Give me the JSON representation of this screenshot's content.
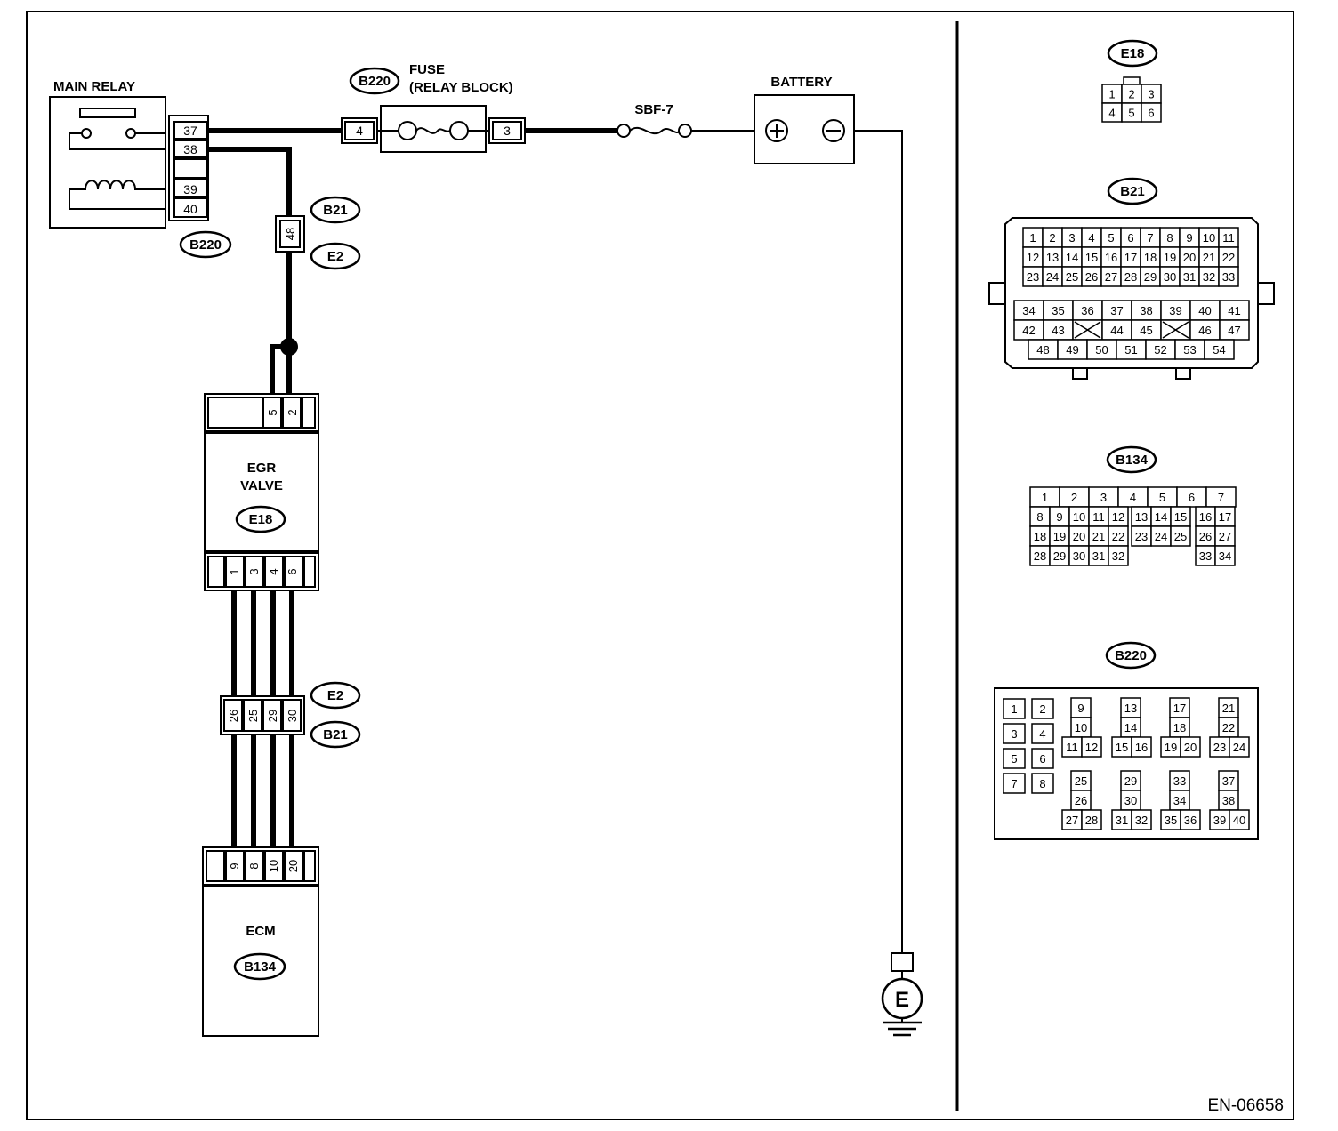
{
  "colors": {
    "ink": "#000000",
    "paper": "#ffffff"
  },
  "diagram": {
    "main_relay": {
      "label": "MAIN RELAY",
      "connector": "B220",
      "pins": [
        "37",
        "38",
        "39",
        "40"
      ]
    },
    "fuse": {
      "label_line1": "FUSE",
      "label_line2": "(RELAY BLOCK)",
      "connector": "B220",
      "pin_in": "4",
      "pin_out": "3"
    },
    "sbf": {
      "label": "SBF-7"
    },
    "battery": {
      "label": "BATTERY"
    },
    "joint_b21_e2": {
      "upper": "B21",
      "lower": "E2",
      "pin": "48"
    },
    "egr_valve": {
      "label_line1": "EGR",
      "label_line2": "VALVE",
      "connector": "E18",
      "top_pins": [
        "5",
        "2"
      ],
      "bottom_pins": [
        "1",
        "3",
        "4",
        "6"
      ]
    },
    "joint_e2_b21": {
      "upper": "E2",
      "lower": "B21",
      "pins": [
        "26",
        "25",
        "29",
        "30"
      ]
    },
    "ecm": {
      "label": "ECM",
      "connector": "B134",
      "pins": [
        "9",
        "8",
        "10",
        "20"
      ]
    },
    "ground": {
      "label": "E"
    },
    "figure_code": "EN-06658"
  },
  "connectors": {
    "e18": {
      "title": "E18",
      "rows": [
        [
          "1",
          "2",
          "3"
        ],
        [
          "4",
          "5",
          "6"
        ]
      ]
    },
    "b21": {
      "title": "B21",
      "upper": [
        [
          "1",
          "2",
          "3",
          "4",
          "5",
          "6",
          "7",
          "8",
          "9",
          "10",
          "11"
        ],
        [
          "12",
          "13",
          "14",
          "15",
          "16",
          "17",
          "18",
          "19",
          "20",
          "21",
          "22"
        ],
        [
          "23",
          "24",
          "25",
          "26",
          "27",
          "28",
          "29",
          "30",
          "31",
          "32",
          "33"
        ]
      ],
      "lower": [
        [
          "34",
          "35",
          "36",
          "37",
          "38",
          "39",
          "40",
          "41"
        ],
        [
          "42",
          "43",
          "",
          "44",
          "45",
          "",
          "46",
          "47"
        ]
      ],
      "lower_last": [
        "48",
        "49",
        "50",
        "51",
        "52",
        "53",
        "54"
      ]
    },
    "b134": {
      "title": "B134",
      "row1": [
        "1",
        "2",
        "3",
        "4",
        "5",
        "6",
        "7"
      ],
      "row2": [
        "8",
        "9",
        "10",
        "11",
        "12",
        "13",
        "14",
        "15",
        "16",
        "17"
      ],
      "row3": [
        "18",
        "19",
        "20",
        "21",
        "22",
        "23",
        "24",
        "25",
        "26",
        "27"
      ],
      "row4a": [
        "28",
        "29",
        "30",
        "31",
        "32"
      ],
      "row4b": [
        "33",
        "34"
      ]
    },
    "b220": {
      "title": "B220",
      "left_pairs": [
        [
          "1",
          "2"
        ],
        [
          "3",
          "4"
        ],
        [
          "5",
          "6"
        ],
        [
          "7",
          "8"
        ]
      ],
      "groups_top": [
        [
          "9",
          "10",
          "11",
          "12"
        ],
        [
          "13",
          "14",
          "15",
          "16"
        ],
        [
          "17",
          "18",
          "19",
          "20"
        ],
        [
          "21",
          "22",
          "23",
          "24"
        ]
      ],
      "groups_bottom": [
        [
          "25",
          "26",
          "27",
          "28"
        ],
        [
          "29",
          "30",
          "31",
          "32"
        ],
        [
          "33",
          "34",
          "35",
          "36"
        ],
        [
          "37",
          "38",
          "39",
          "40"
        ]
      ]
    }
  }
}
